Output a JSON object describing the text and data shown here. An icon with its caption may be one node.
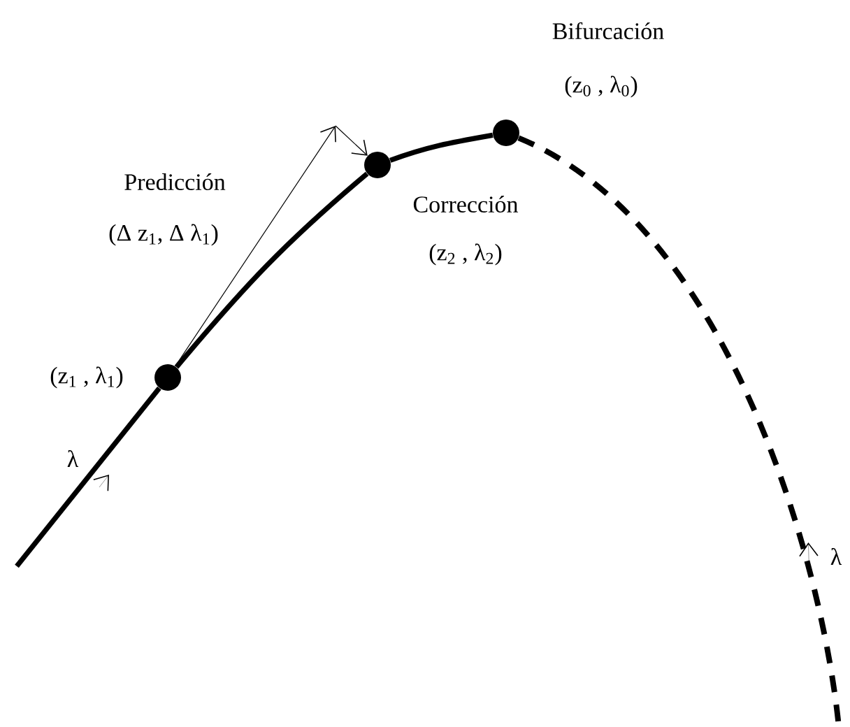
{
  "diagram": {
    "nodes": [
      {
        "text": [],
        "shape": "circle",
        "beside": [
          "(z$_{1}$ , λ$_{1}$)"
        ]
      },
      {
        "text": [],
        "shape": "circle",
        "beside": [
          "Corrección",
          "(z$_{2}$ , λ$_{2}$)"
        ]
      },
      {
        "text": [],
        "shape": "circle",
        "beside": [
          "Bifurcación",
          "(z$_{0}$ , λ$_{0}$)"
        ]
      }
    ],
    "edges": [
      {
        "from": null,
        "to": 0,
        "arrow": "none"
      },
      {
        "from": 0,
        "to": 1,
        "arrow": "none"
      },
      {
        "from": 1,
        "to": 2,
        "arrow": "none"
      },
      {
        "from": 2,
        "to": null,
        "arrow": "none",
        "style": "dashed"
      },
      {
        "from": 0,
        "to": null,
        "arrow": "to"
      },
      {
        "from": null,
        "to": 1,
        "arrow": "to"
      }
    ],
    "labels": [
      "Predicción",
      "(Δ z$_{1}$, Δ λ$_{1}$)",
      "λ",
      "λ"
    ]
  }
}
